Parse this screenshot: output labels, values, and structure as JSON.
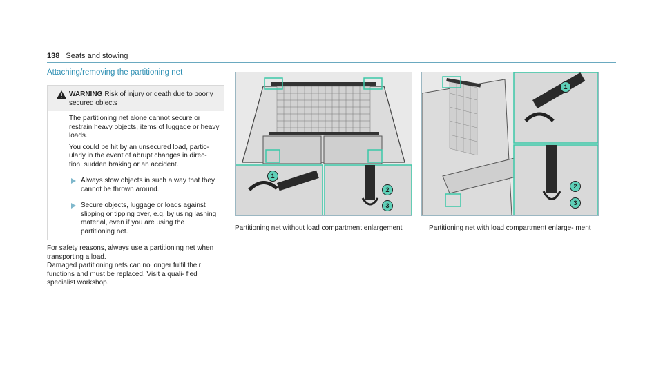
{
  "header": {
    "page_number": "138",
    "section": "Seats and stowing"
  },
  "section_title": "Attaching/removing the partitioning net",
  "warning": {
    "label": "WARNING",
    "headline": "Risk of injury or death due to poorly secured objects",
    "paragraphs": [
      "The partitioning net alone cannot secure or restrain heavy objects, items of luggage or heavy loads.",
      "You could be hit by an unsecured load, partic- ularly in the event of abrupt changes in direc- tion, sudden braking or an accident."
    ],
    "bullets": [
      "Always stow objects in such a way that they cannot be thrown around.",
      "Secure objects, luggage or loads against slipping or tipping over, e.g. by using lashing material, even if you are using the partitioning net."
    ]
  },
  "body_paragraphs": [
    "For safety reasons, always use a partitioning net when transporting a load.",
    "Damaged partitioning nets can no longer fulfil their functions and must be replaced. Visit a quali- fied specialist workshop."
  ],
  "figures": [
    {
      "caption": "Partitioning net without load compartment enlargement",
      "callouts": [
        "1",
        "2",
        "3"
      ]
    },
    {
      "caption": "Partitioning net with load compartment enlarge- ment",
      "callouts": [
        "1",
        "2",
        "3"
      ]
    }
  ],
  "colors": {
    "accent": "#2e8fb3",
    "callout_fill": "#5fd0b8",
    "frame_green": "#3cc8a8"
  }
}
